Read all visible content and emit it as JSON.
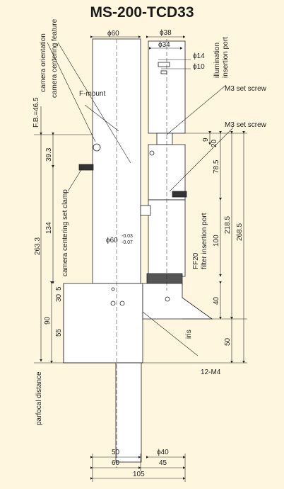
{
  "title": "MS-200-TCD33",
  "dims": {
    "phi60_top": "ϕ60",
    "phi38": "ϕ38",
    "phi34": "ϕ34",
    "phi14": "ϕ14",
    "phi10": "ϕ10",
    "phi60_mid": "ϕ60",
    "tol_upper": "-0.03",
    "tol_lower": "-0.07",
    "phi40": "ϕ40",
    "fb": "F.B.=46.5",
    "d39_3": "39.3",
    "d263_3": "263.3",
    "d134": "134",
    "d90": "90",
    "d5": "5",
    "d30": "30",
    "d55": "55",
    "d9": "9",
    "d20": "20",
    "d78_5": "78.5",
    "d218_5": "218.5",
    "d268_5": "268.5",
    "d100": "100",
    "d40": "40",
    "d50_right": "50",
    "w50": "50",
    "w60": "60",
    "w45": "45",
    "w105": "105"
  },
  "labels": {
    "camera_orientation": "camera orientation",
    "camera_centering_feature": "camera centering feature",
    "f_mount": "F-mount",
    "illumination": "illumination",
    "insertion_port": "insertion port",
    "m3_set_screw_1": "M3 set screw",
    "m3_set_screw_2": "M3 set screw",
    "camera_centering_set_clamp": "camera centering set clamp",
    "ff20": "FF20",
    "filter_insertion_port": "filter insertion port",
    "iris": "iris",
    "m4": "12-M4",
    "parfocal_distance": "parfocal distance"
  },
  "colors": {
    "background": "#fff6df",
    "line": "#222222",
    "fill": "#ffffff"
  }
}
